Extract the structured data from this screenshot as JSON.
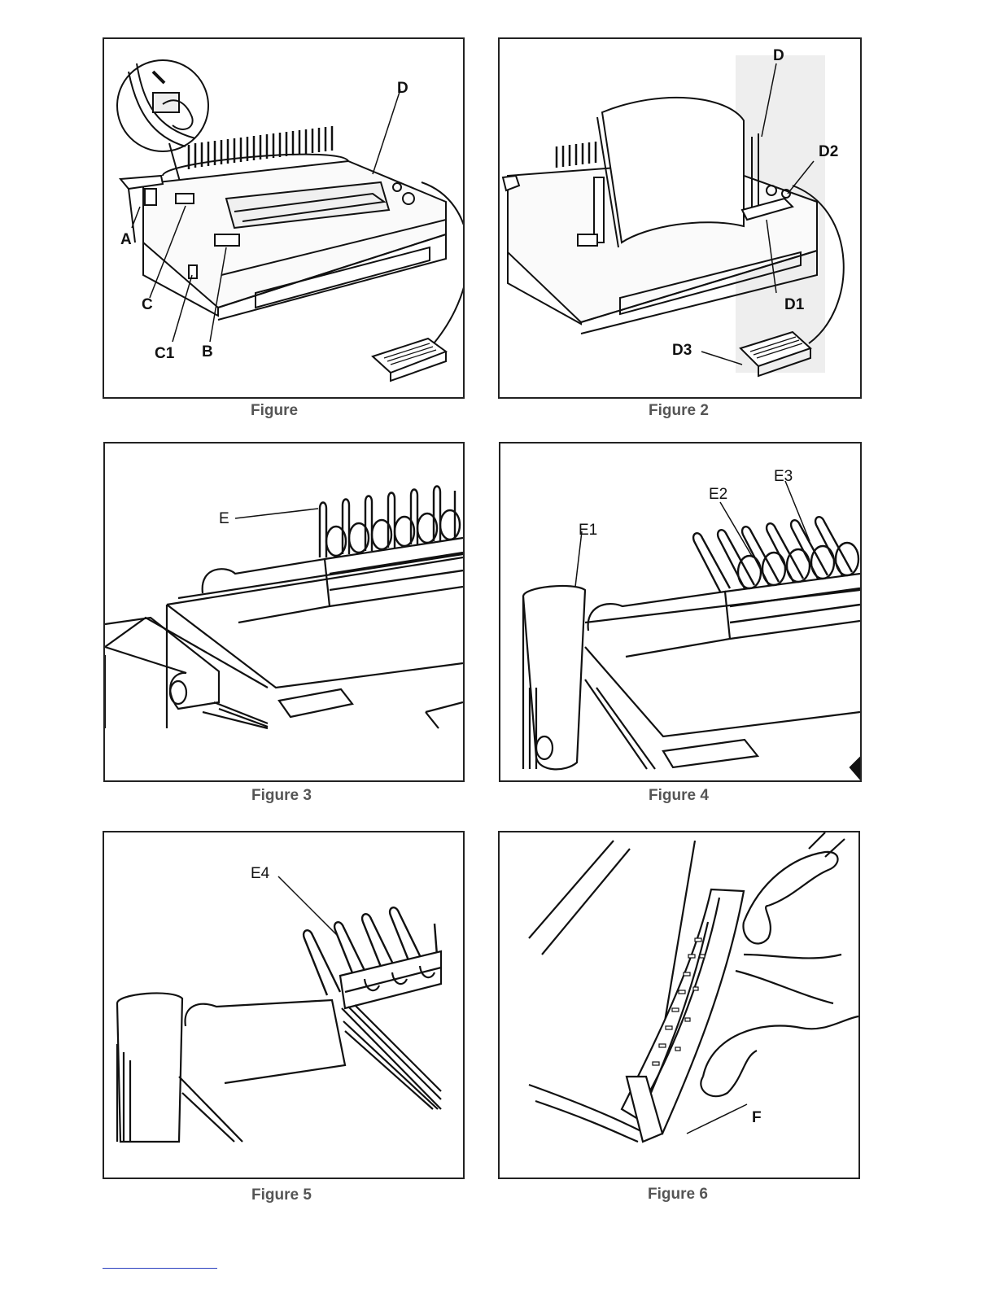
{
  "figures": [
    {
      "caption": "Figure",
      "labels": {
        "a": "A",
        "b": "B",
        "c": "C",
        "c1": "C1",
        "d": "D"
      }
    },
    {
      "caption": "Figure 2",
      "labels": {
        "d": "D",
        "d1": "D1",
        "d2": "D2",
        "d3": "D3"
      }
    },
    {
      "caption": "Figure 3",
      "labels": {
        "e": "E"
      }
    },
    {
      "caption": "Figure 4",
      "labels": {
        "e1": "E1",
        "e2": "E2",
        "e3": "E3"
      }
    },
    {
      "caption": "Figure 5",
      "labels": {
        "e4": "E4"
      }
    },
    {
      "caption": "Figure 6",
      "labels": {
        "f": "F"
      }
    }
  ]
}
